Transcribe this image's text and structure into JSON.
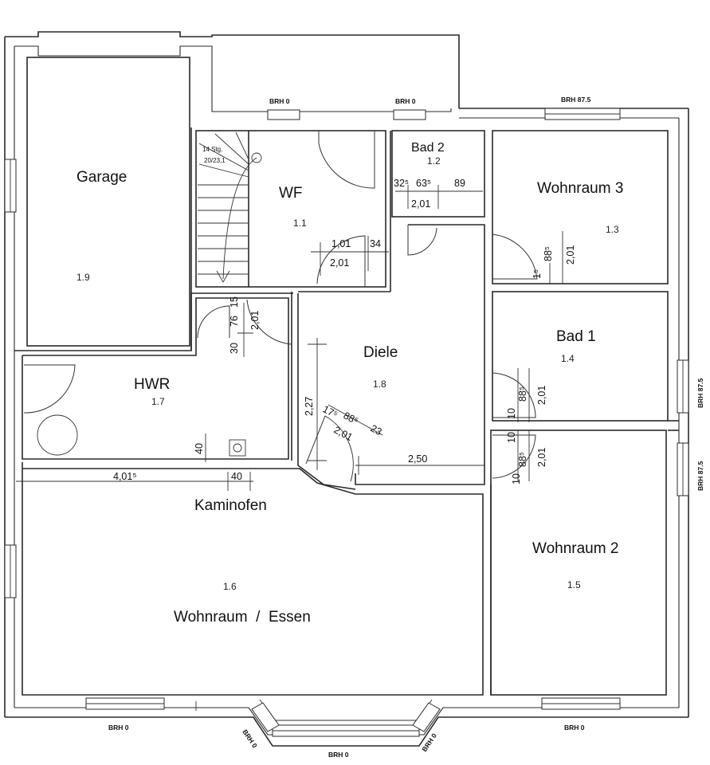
{
  "rooms": {
    "garage": {
      "name": "Garage",
      "num": "1.9"
    },
    "wf": {
      "name": "WF",
      "num": "1.1"
    },
    "bad2": {
      "name": "Bad 2",
      "num": "1.2"
    },
    "wohnraum3": {
      "name": "Wohnraum 3",
      "num": "1.3"
    },
    "bad1": {
      "name": "Bad 1",
      "num": "1.4"
    },
    "hwr": {
      "name": "HWR",
      "num": "1.7"
    },
    "diele": {
      "name": "Diele",
      "num": "1.8"
    },
    "wohnraum2": {
      "name": "Wohnraum 2",
      "num": "1.5"
    },
    "wohnen": {
      "name": "Wohnraum  /  Essen",
      "num": "1.6"
    },
    "kaminofen": {
      "name": "Kaminofen"
    }
  },
  "stairs": {
    "label_1": "14 Stg.",
    "label_2": "20/23,1"
  },
  "brh": {
    "top_left": "BRH 0",
    "top_mid": "BRH 0",
    "top_right": "BRH 87.5",
    "right_1": "BRH 87.5",
    "right_2": "BRH 87.5",
    "bottom_left": "BRH 0",
    "bay_left": "BRH 0",
    "bay_mid": "BRH 0",
    "bay_right": "BRH 0",
    "bottom_right": "BRH 0"
  },
  "dimensions": {
    "bad2_a": "32⁵",
    "bad2_b": "63⁵",
    "bad2_c": "89",
    "bad2_d": "2,01",
    "wf_a": "1,01",
    "wf_b": "34",
    "wf_c": "2,01",
    "w3_a": "88⁵",
    "w3_b": "2,01",
    "w3_c": "1⁵",
    "hwr_a": "76",
    "hwr_b": "15",
    "hwr_c": "2,01",
    "hwr_d": "30",
    "bad1_a": "10",
    "bad1_b": "88⁵",
    "bad1_c": "2,01",
    "w2_a": "10",
    "w2_b": "88⁵",
    "w2_c": "2,01",
    "w2_d": "10",
    "diele_a": "2,27",
    "diele_b": "17⁵",
    "diele_c": "88⁵",
    "diele_d": "23",
    "diele_e": "2,01",
    "diele_f": "2,50",
    "hwr_e": "40",
    "wohn_a": "4,01⁵",
    "wohn_b": "40"
  },
  "colors": {
    "line": "#2a2a2a",
    "background": "#ffffff"
  }
}
